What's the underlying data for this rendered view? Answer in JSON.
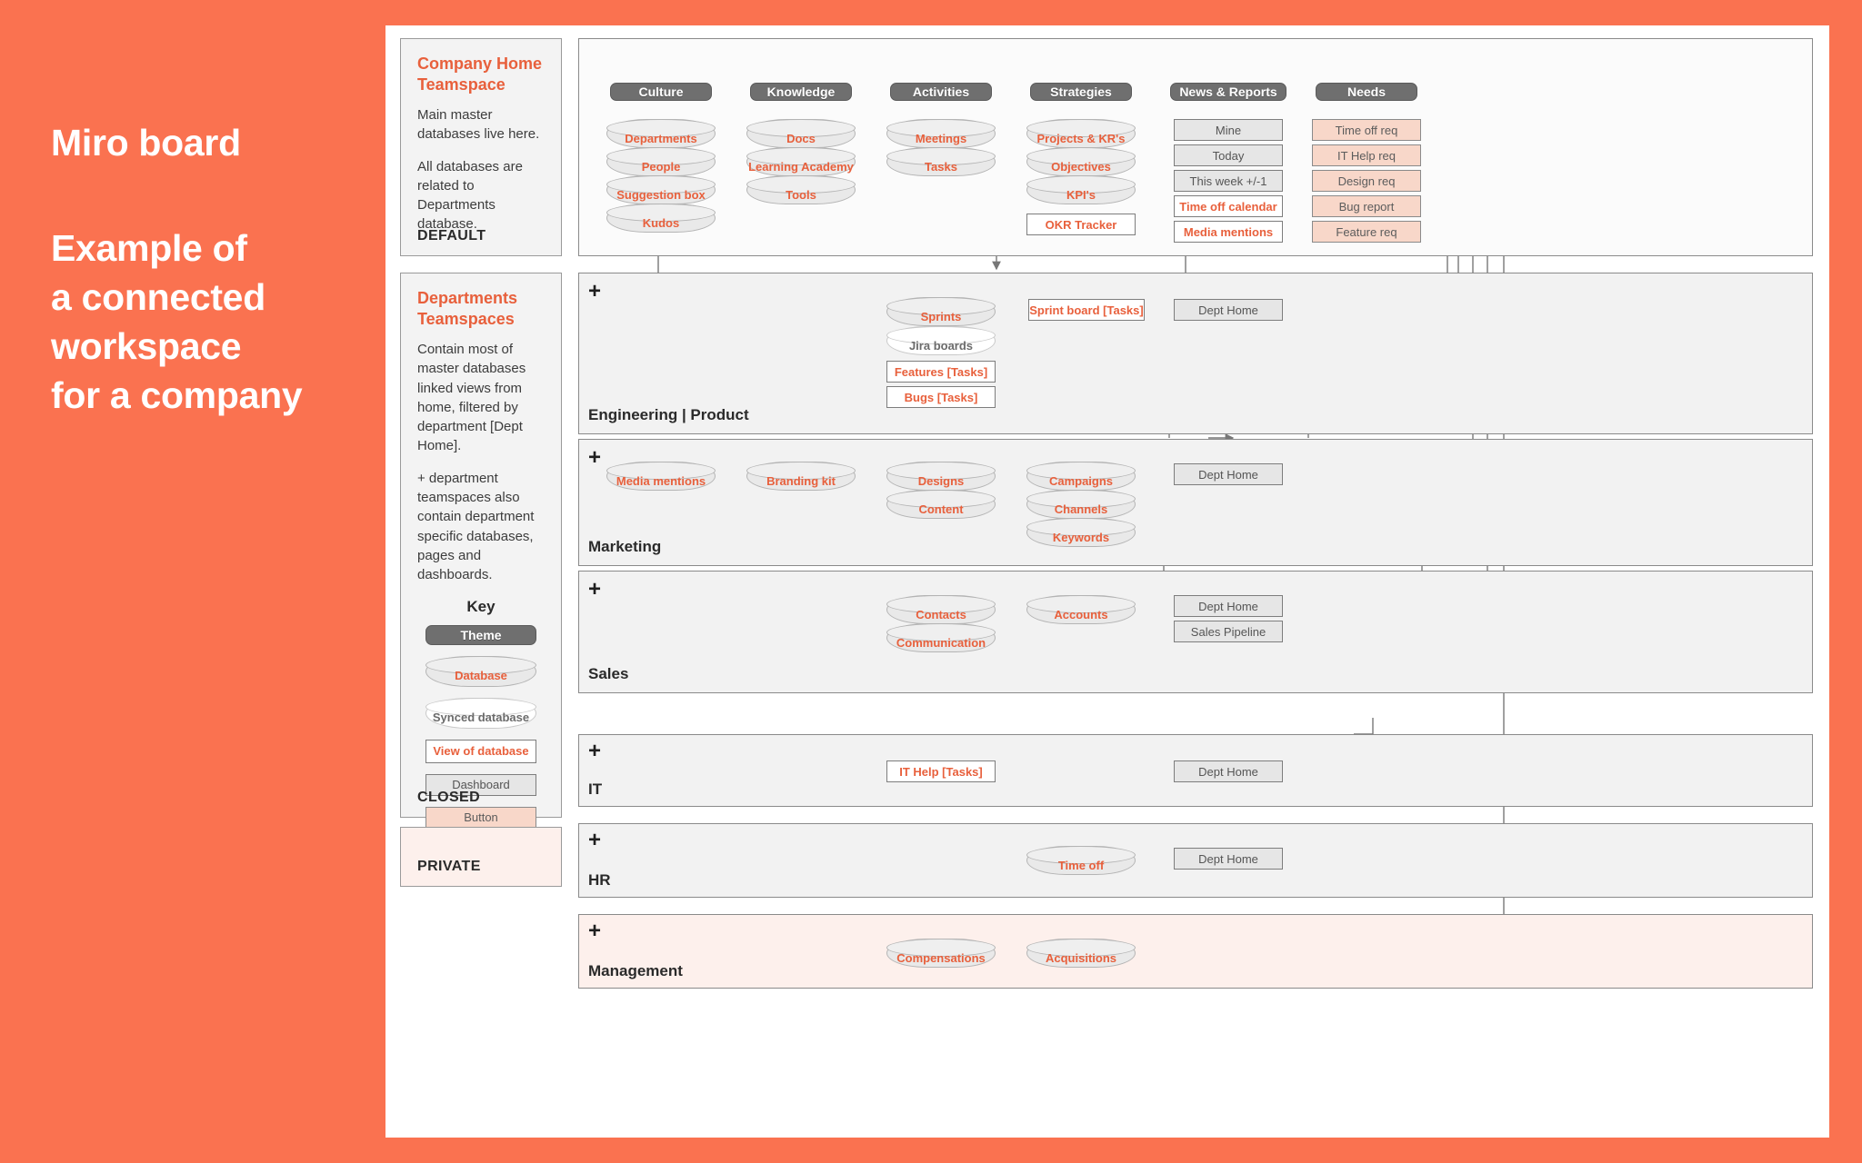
{
  "left_panel": {
    "title": "Miro board",
    "subtitle": "Example of\na connected\nworkspace\nfor a company",
    "line1": "Miro board",
    "line2": "Example of",
    "line3": "a connected",
    "line4": "workspace",
    "line5": "for a company"
  },
  "colors": {
    "background": "#FA7250",
    "accent_orange": "#E8603C",
    "theme_grey": "#6f6f6f",
    "panel_grey": "#f2f2f2",
    "private_pink": "#fdf0ec",
    "button_pink": "#f8d7c9"
  },
  "notes": {
    "home": {
      "title": "Company Home\nTeamspace",
      "title_line1": "Company Home",
      "title_line2": "Teamspace",
      "p1": "Main master databases live here.",
      "p2": "All databases are related to Departments database.",
      "status": "DEFAULT"
    },
    "departments": {
      "title_line1": "Departments",
      "title_line2": "Teamspaces",
      "p1": "Contain most of master databases linked views from home, filtered by department [Dept Home].",
      "p2": "+ department teamspaces also contain department specific databases, pages and dashboards.",
      "status": "CLOSED"
    },
    "private": {
      "status": "PRIVATE"
    }
  },
  "key": {
    "title": "Key",
    "items": [
      {
        "label": "Theme",
        "type": "theme"
      },
      {
        "label": "Database",
        "type": "database"
      },
      {
        "label": "Synced database",
        "type": "synced"
      },
      {
        "label": "View of database",
        "type": "view"
      },
      {
        "label": "Dashboard",
        "type": "dashboard"
      },
      {
        "label": "Button",
        "type": "button"
      }
    ]
  },
  "home_board": {
    "columns": [
      {
        "theme": "Culture",
        "nodes": [
          {
            "label": "Departments",
            "type": "database"
          },
          {
            "label": "People",
            "type": "database"
          },
          {
            "label": "Suggestion box",
            "type": "database"
          },
          {
            "label": "Kudos",
            "type": "database"
          }
        ]
      },
      {
        "theme": "Knowledge",
        "nodes": [
          {
            "label": "Docs",
            "type": "database"
          },
          {
            "label": "Learning Academy",
            "type": "database"
          },
          {
            "label": "Tools",
            "type": "database"
          }
        ]
      },
      {
        "theme": "Activities",
        "nodes": [
          {
            "label": "Meetings",
            "type": "database"
          },
          {
            "label": "Tasks",
            "type": "database"
          }
        ]
      },
      {
        "theme": "Strategies",
        "nodes": [
          {
            "label": "Projects & KR's",
            "type": "database"
          },
          {
            "label": "Objectives",
            "type": "database"
          },
          {
            "label": "KPI's",
            "type": "database"
          },
          {
            "label": "OKR Tracker",
            "type": "view"
          }
        ]
      },
      {
        "theme": "News & Reports",
        "nodes": [
          {
            "label": "Mine",
            "type": "dashboard"
          },
          {
            "label": "Today",
            "type": "dashboard"
          },
          {
            "label": "This week +/-1",
            "type": "dashboard"
          },
          {
            "label": "Time off calendar",
            "type": "view"
          },
          {
            "label": "Media mentions",
            "type": "view"
          }
        ]
      },
      {
        "theme": "Needs",
        "nodes": [
          {
            "label": "Time off req",
            "type": "button"
          },
          {
            "label": "IT Help req",
            "type": "button"
          },
          {
            "label": "Design req",
            "type": "button"
          },
          {
            "label": "Bug report",
            "type": "button"
          },
          {
            "label": "Feature req",
            "type": "button"
          }
        ]
      }
    ]
  },
  "departments": [
    {
      "name": "Engineering | Product",
      "plus": "+",
      "private": false,
      "nodes": [
        {
          "label": "Sprints",
          "type": "database"
        },
        {
          "label": "Jira boards",
          "type": "synced"
        },
        {
          "label": "Features [Tasks]",
          "type": "view"
        },
        {
          "label": "Bugs [Tasks]",
          "type": "view"
        },
        {
          "label": "Sprint board [Tasks]",
          "type": "view"
        },
        {
          "label": "Dept Home",
          "type": "dashboard"
        }
      ]
    },
    {
      "name": "Marketing",
      "plus": "+",
      "private": false,
      "nodes": [
        {
          "label": "Media mentions",
          "type": "database"
        },
        {
          "label": "Branding kit",
          "type": "database"
        },
        {
          "label": "Designs",
          "type": "database"
        },
        {
          "label": "Content",
          "type": "database"
        },
        {
          "label": "Campaigns",
          "type": "database"
        },
        {
          "label": "Channels",
          "type": "database"
        },
        {
          "label": "Keywords",
          "type": "database"
        },
        {
          "label": "Dept Home",
          "type": "dashboard"
        }
      ]
    },
    {
      "name": "Sales",
      "plus": "+",
      "private": false,
      "nodes": [
        {
          "label": "Contacts",
          "type": "database"
        },
        {
          "label": "Communication",
          "type": "database"
        },
        {
          "label": "Accounts",
          "type": "database"
        },
        {
          "label": "Dept Home",
          "type": "dashboard"
        },
        {
          "label": "Sales Pipeline",
          "type": "dashboard"
        }
      ]
    },
    {
      "name": "IT",
      "plus": "+",
      "private": false,
      "nodes": [
        {
          "label": "IT Help [Tasks]",
          "type": "view"
        },
        {
          "label": "Dept Home",
          "type": "dashboard"
        }
      ]
    },
    {
      "name": "HR",
      "plus": "+",
      "private": false,
      "nodes": [
        {
          "label": "Time off",
          "type": "database"
        },
        {
          "label": "Dept Home",
          "type": "dashboard"
        }
      ]
    },
    {
      "name": "Management",
      "plus": "+",
      "private": true,
      "nodes": [
        {
          "label": "Compensations",
          "type": "database"
        },
        {
          "label": "Acquisitions",
          "type": "database"
        }
      ]
    }
  ]
}
